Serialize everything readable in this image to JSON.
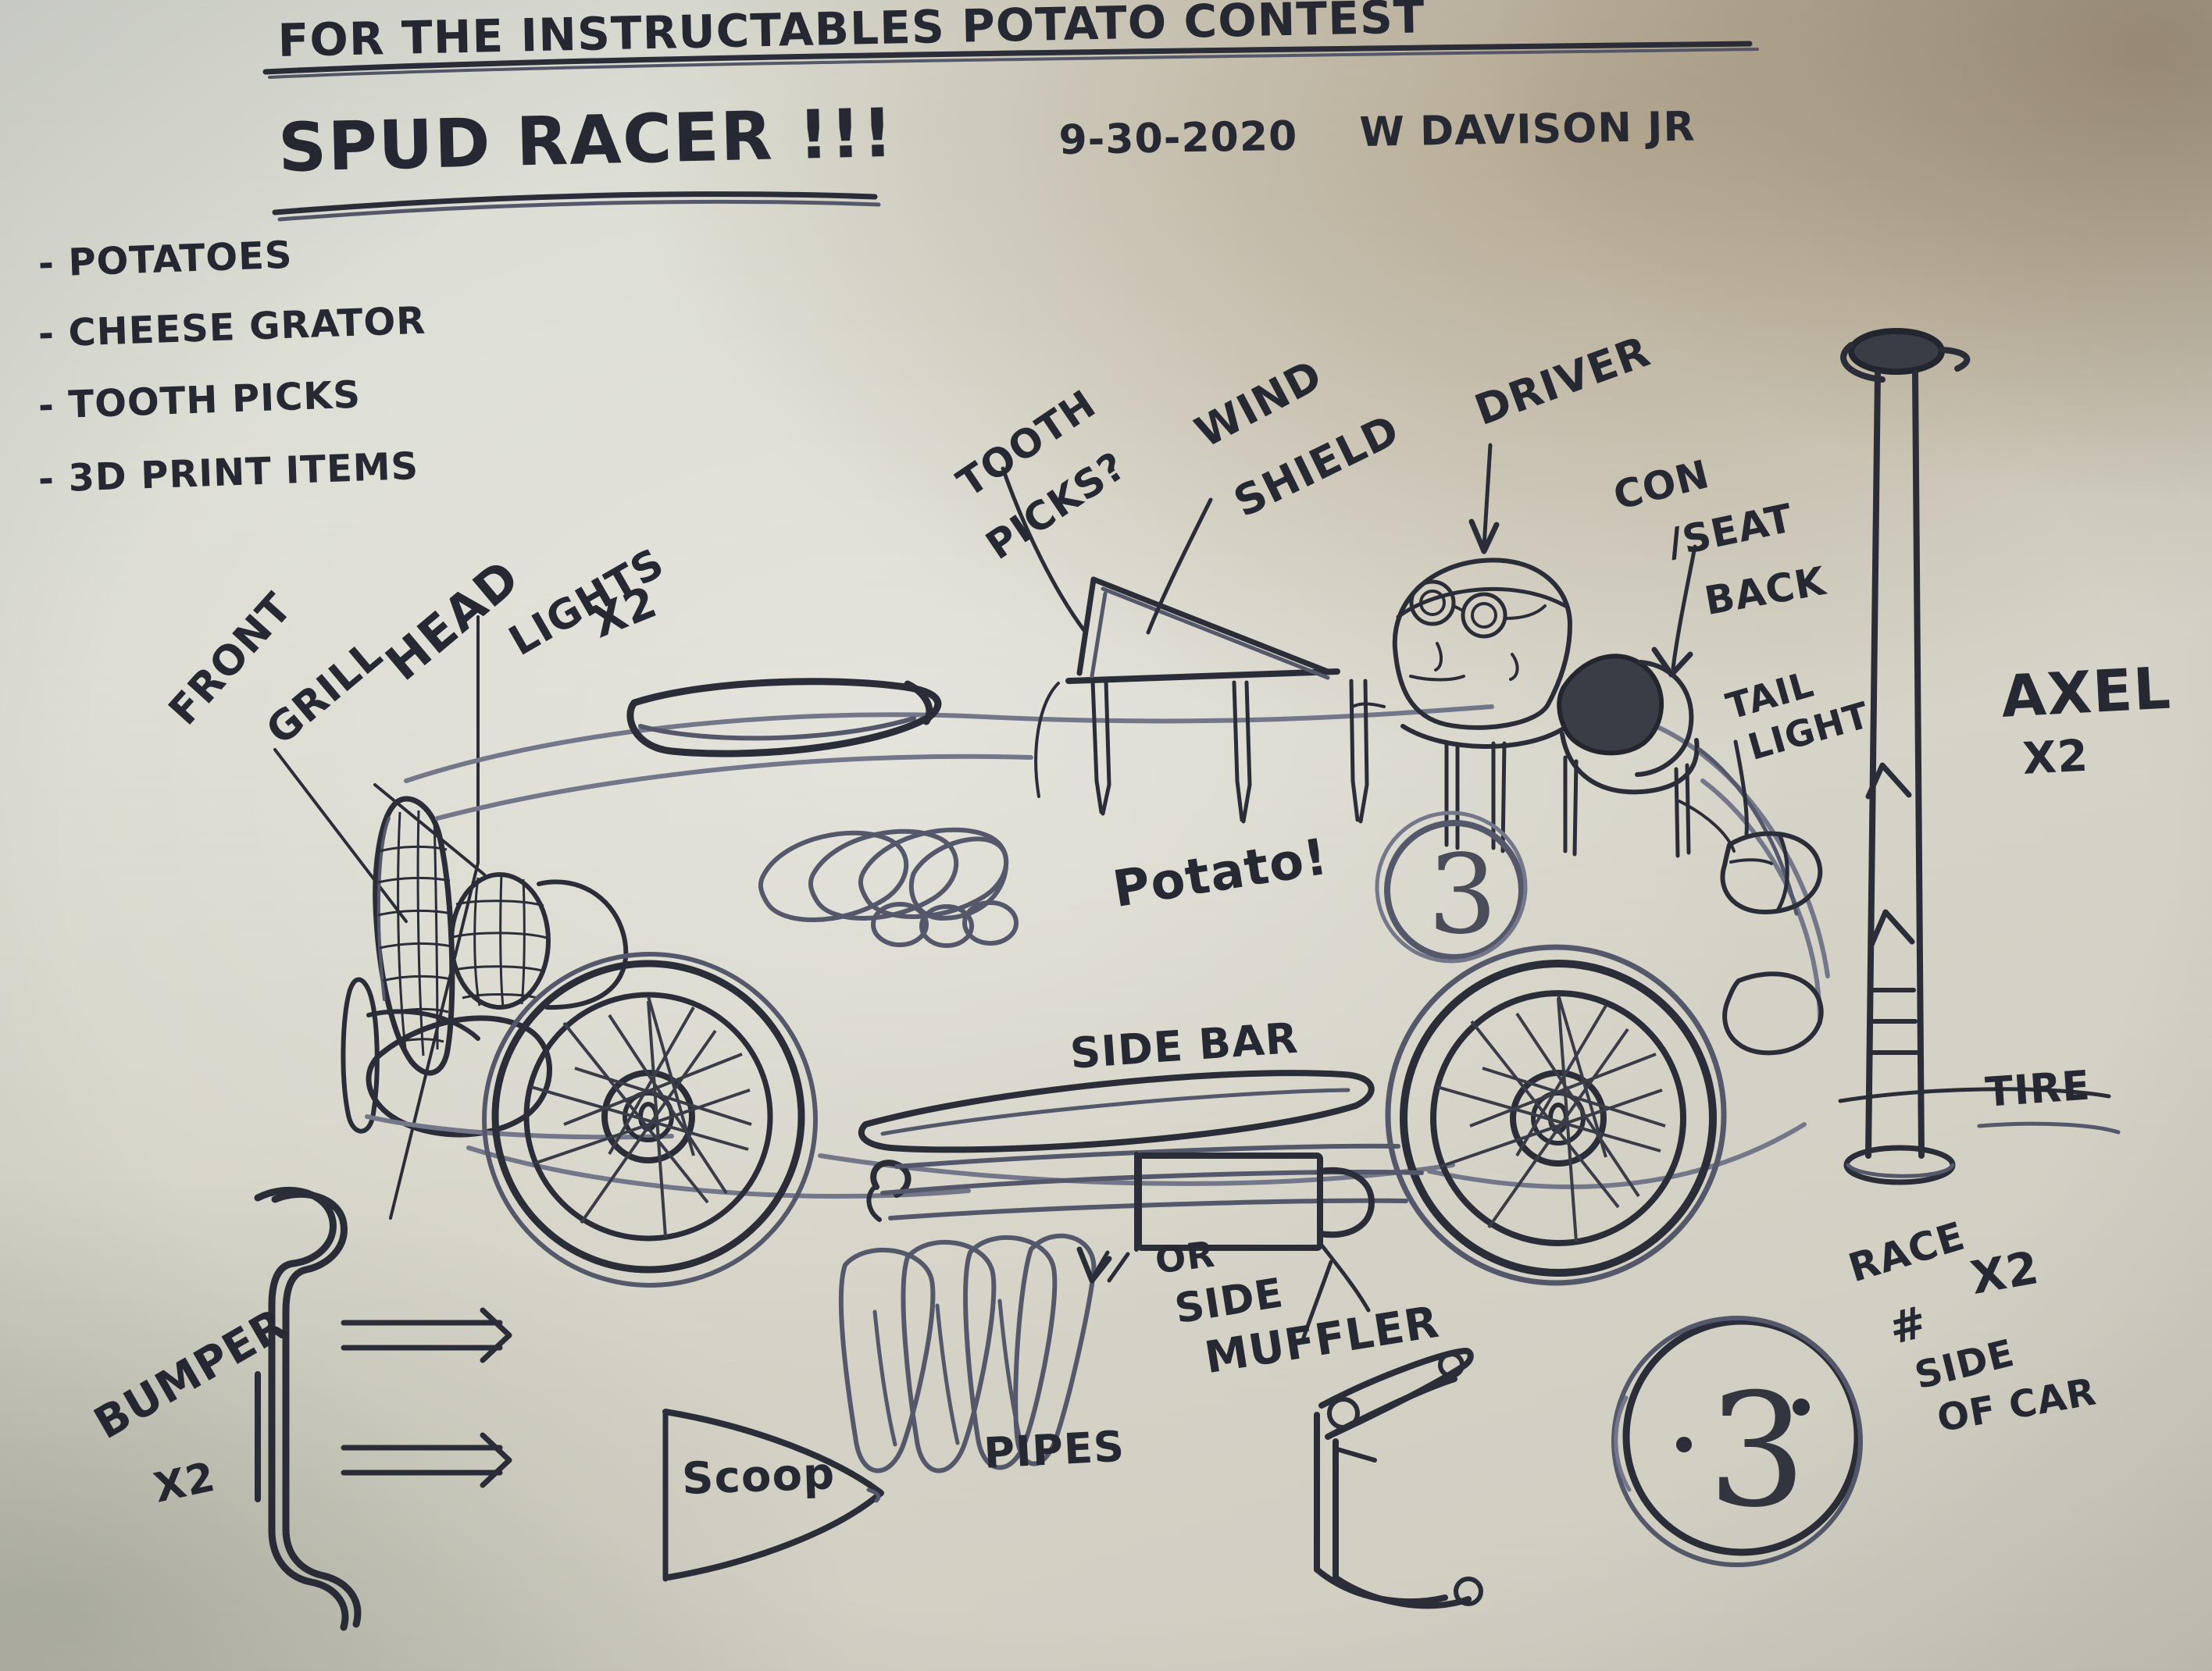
{
  "sheet": {
    "paper_color": "#d9d9cf",
    "ink_color": "#262833",
    "shadow_color": "#b8ab96"
  },
  "header": {
    "line1": "FOR THE  INSTRUCTABLES  POTATO CONTEST",
    "title": "SPUD RACER !!!",
    "date": "9-30-2020",
    "author": "W DAVISON JR"
  },
  "materials": {
    "items": [
      "- POTATOES",
      "- CHEESE GRATOR",
      "- TOOTH PICKS",
      "- 3D PRINT ITEMS"
    ]
  },
  "labels": {
    "front": "FRONT",
    "grill": "GRILL",
    "head": "HEAD",
    "lights": "LIGHTS",
    "lights_qty": "X2",
    "tooth": "TOOTH",
    "picks_q": "PICKS?",
    "wind": "WIND",
    "shield": "SHIELD",
    "driver": "DRIVER",
    "con": "CON",
    "seat": "/SEAT",
    "back": "BACK",
    "tail": "TAIL",
    "tail_light": "LIGHT",
    "axel": "AXEL",
    "axel_qty": "X2",
    "tire": "TIRE",
    "potato": "Potato!",
    "side_bar": "SIDE BAR",
    "or": "OR",
    "side": "SIDE",
    "muffler": "MUFFLER",
    "bumper": "BUMPER",
    "bumper_qty": "X2",
    "scoop": "Scoop",
    "pipes": "PIPES",
    "race": "RACE",
    "hash": "#",
    "race_qty": "X2",
    "side_of": "SIDE",
    "of_car": "OF CAR",
    "race_number_body": "3",
    "race_number_badge": "3"
  }
}
